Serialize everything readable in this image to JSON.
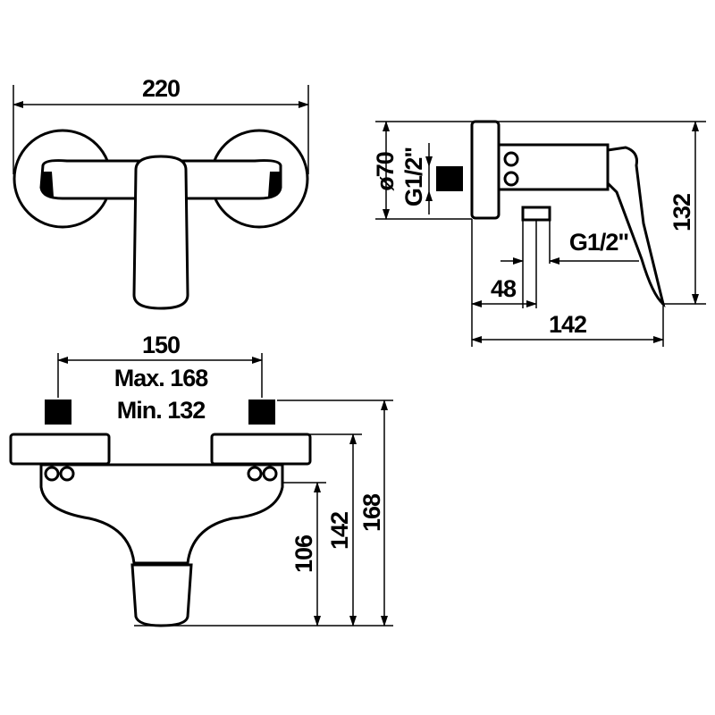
{
  "front_view": {
    "width_label": "220"
  },
  "side_view": {
    "rosette_diameter_label": "ø70",
    "inlet_thread_label": "G1/2\"",
    "outlet_thread_label": "G1/2\"",
    "height_label": "132",
    "outlet_offset_label": "48",
    "depth_label": "142"
  },
  "bottom_view": {
    "center_distance_label": "150",
    "max_label": "Max. 168",
    "min_label": "Min. 132",
    "height_106_label": "106",
    "height_142_label": "142",
    "height_168_label": "168"
  }
}
